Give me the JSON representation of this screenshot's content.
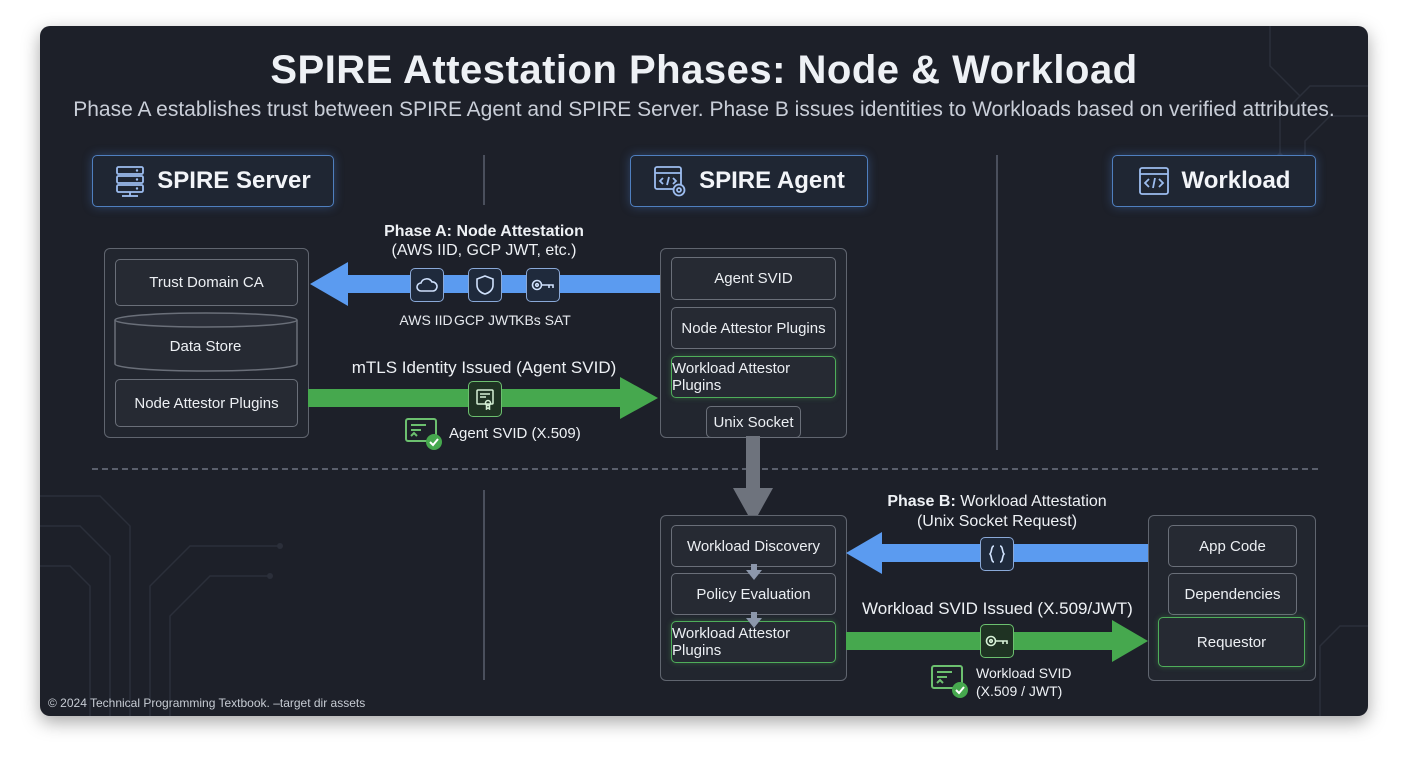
{
  "title": "SPIRE Attestation Phases: Node & Workload",
  "subtitle": "Phase A establishes trust between SPIRE Agent and SPIRE Server. Phase B issues identities to Workloads based on verified attributes.",
  "headers": {
    "server": "SPIRE Server",
    "agent": "SPIRE Agent",
    "workload": "Workload"
  },
  "server_panel": {
    "trust_ca": "Trust Domain CA",
    "data_store": "Data Store",
    "node_attestor": "Node Attestor Plugins"
  },
  "agent_top_panel": {
    "agent_svid": "Agent SVID",
    "node_attestor": "Node Attestor Plugins",
    "workload_attestor": "Workload Attestor Plugins",
    "unix_socket": "Unix Socket"
  },
  "agent_bottom_panel": {
    "discovery": "Workload Discovery",
    "policy": "Policy Evaluation",
    "workload_attestor": "Workload Attestor Plugins"
  },
  "workload_panel": {
    "app_code": "App Code",
    "dependencies": "Dependencies",
    "requestor": "Requestor"
  },
  "phase_a": {
    "title_bold": "Phase A: Node Attestation",
    "subtitle": "(AWS IID, GCP JWT, etc.)",
    "methods": [
      "AWS IID",
      "GCP JWT",
      "KBs SAT"
    ],
    "issued_label": "mTLS Identity Issued (Agent SVID)",
    "svid_label": "Agent SVID (X.509)"
  },
  "phase_b": {
    "title_bold": "Phase B:",
    "title_rest": " Workload Attestation",
    "subtitle": "(Unix Socket Request)",
    "issued_label": "Workload SVID Issued (X.509/JWT)",
    "svid_label_1": "Workload SVID",
    "svid_label_2": "(X.509 / JWT)"
  },
  "footer": "© 2024 Technical Programming Textbook. –target dir assets",
  "colors": {
    "blue_arrow": "#5b9bf0",
    "green_arrow": "#46a84e",
    "header_border": "#4f7fbf",
    "background": "#1d2029"
  },
  "icons": [
    "server-rack-icon",
    "agent-window-icon",
    "code-window-icon",
    "cloud-icon",
    "shield-icon",
    "key-icon",
    "certificate-icon",
    "document-check-icon",
    "braces-icon"
  ]
}
